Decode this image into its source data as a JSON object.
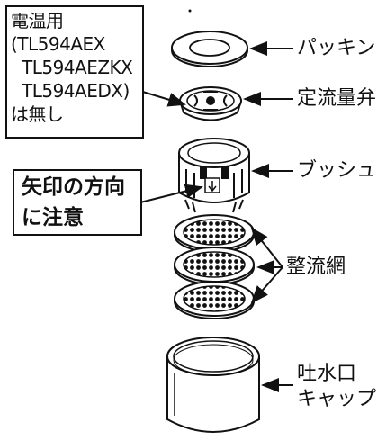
{
  "note": {
    "line1": "電温用",
    "line2": "(TL594AEX",
    "line3": "TL594AEZKX",
    "line4": "TL594AEDX)",
    "line5": "は無し"
  },
  "warning": {
    "line1": "矢印の方向",
    "line2": "に注意"
  },
  "parts": {
    "packing": "パッキン",
    "flow_valve": "定流量弁",
    "bush": "ブッシュ",
    "straightener": "整流網",
    "spout_cap_line1": "吐水口",
    "spout_cap_line2": "キャップ"
  }
}
